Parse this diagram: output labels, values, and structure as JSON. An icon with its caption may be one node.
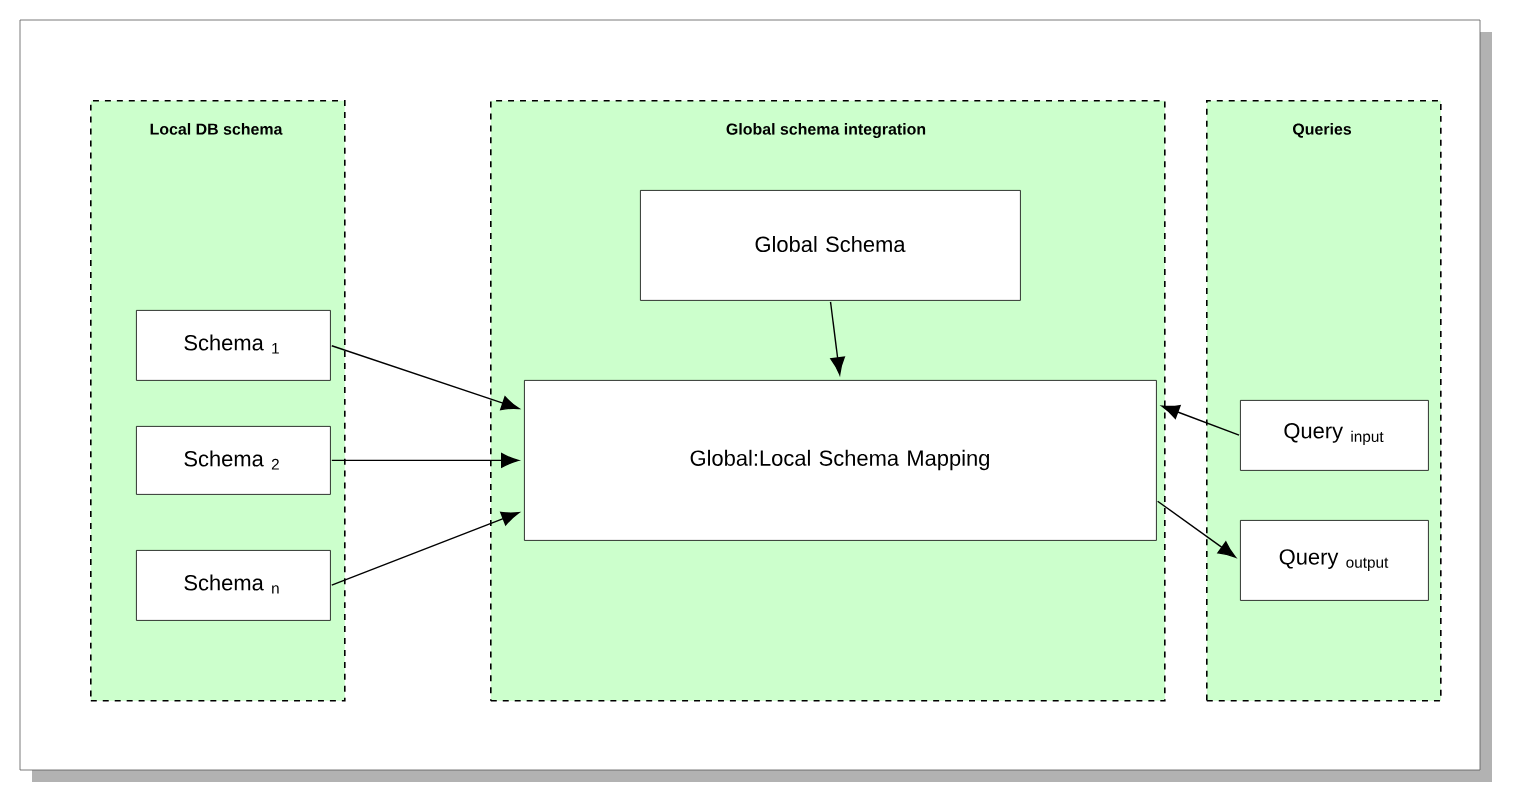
{
  "diagram": {
    "nodes": [
      {
        "text": [
          "Local DB schema"
        ]
      },
      {
        "text": [
          "Schema $_{1}$"
        ],
        "in": 0
      },
      {
        "text": [
          "Schema $_{2}$"
        ],
        "in": 0
      },
      {
        "text": [
          "Schema $_{n}$"
        ],
        "in": 0
      },
      {
        "text": [
          "Global schema integration"
        ]
      },
      {
        "text": [
          "Global Schema"
        ],
        "in": 4
      },
      {
        "text": [
          "Global:Local Schema Mapping"
        ],
        "in": 4
      },
      {
        "text": [
          "Queries"
        ]
      },
      {
        "text": [
          "Query $_{input}$"
        ],
        "in": 7
      },
      {
        "text": [
          "Query $_{output}$"
        ],
        "in": 7
      }
    ],
    "edges": [
      {
        "from": 1,
        "to": 6,
        "arrow": "to"
      },
      {
        "from": 2,
        "to": 6,
        "arrow": "to"
      },
      {
        "from": 3,
        "to": 6,
        "arrow": "to"
      },
      {
        "from": 5,
        "to": 6,
        "arrow": "to"
      },
      {
        "from": 8,
        "to": 6,
        "arrow": "to"
      },
      {
        "from": 6,
        "to": 9,
        "arrow": "to"
      }
    ]
  }
}
